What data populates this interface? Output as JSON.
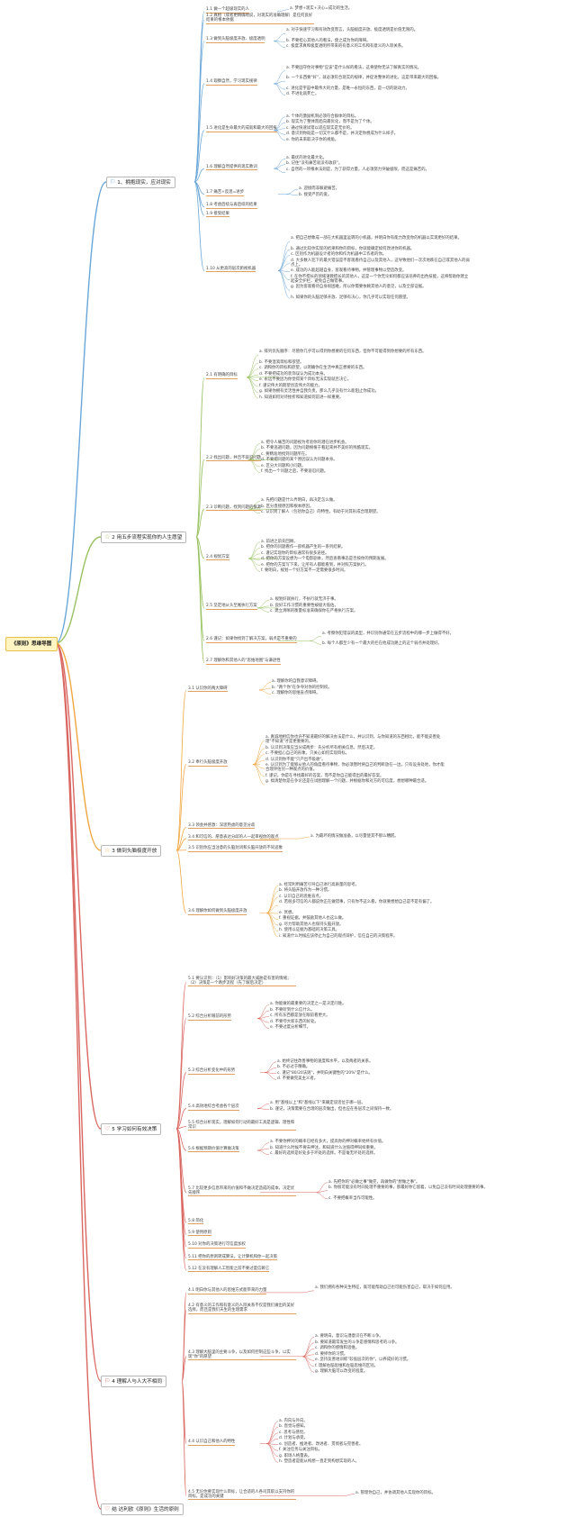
{
  "root": "《原则》思维导图",
  "b1": {
    "title": "1、拥抱现实，应对现实",
    "items": [
      {
        "label": "1.1 做一个超级现实的人",
        "subs": [
          "a. 梦想+现实+决心=成功的生活。"
        ]
      },
      {
        "label": "1.2 真相（或者更精确地说，对现实的准确理解）是任何良好结果的根本依据",
        "subs": []
      },
      {
        "label": "1.3 做到头脑极度开放、极度透明",
        "subs": [
          "a. 对于快速学习和有效改变而言，头脑极度开放、极度透明是价值无限的。",
          "b. 不要担心其他人的看法，使之成为你的障碍。",
          "c. 极度求真和极度透明所带来的有意义的工作和有意义的人际关系。"
        ]
      },
      {
        "label": "1.4 观察自然，学习现实规律",
        "subs": [
          "a. 不要固守你对事物\"应该\"是什么样的看法，这将使你无法了解真实的情况。",
          "b. 一个东西要\"好\"，就必须符合现实的规律，并促进整体的进化，这是带来最大的回报。",
          "c. 进化是宇宙中最伟大的力量，是唯一永恒的东西，是一切的驱动力。",
          "d. 不进化就死亡。"
        ]
      },
      {
        "label": "1.5 进化是生命最大的成就和最大的回报",
        "subs": [
          "a. 个体的激励机制必须符合群体的目标。",
          "b. 现实为了整体而趋向最优化，而不是为了个体。",
          "c. 通过快速试错以适应现实是无价的。",
          "d. 意识到你既是一切又什么都不是，并决定你想成为什么样子。",
          "e. 你的未来取决于你的视角。"
        ]
      },
      {
        "label": "1.6 理解自然提供的现实教训",
        "subs": [
          "a. 最优的进化最大化。",
          "b. 记住\"没有痛苦就没有收获\"。",
          "c. 自然的一项根本法则是，为了获得力量，人必须努力突破极限，而这是痛苦的。"
        ]
      },
      {
        "label": "1.7 痛苦+反思=进步",
        "subs": [
          "a. 迎接而非躲避痛苦。",
          "b. 接受严厉的爱。"
        ]
      },
      {
        "label": "1.8 考虑后续与再后续的结果",
        "subs": []
      },
      {
        "label": "1.9 接受结果",
        "subs": []
      },
      {
        "label": "1.10 从更高的层次俯视机器",
        "subs": [
          "a. 把自己想象成一部在大机器里运转的小机器，并明白你有能力改变你的机器以实现更好的结果。",
          "b. 通过比较你实现的结果和你的目标，你就能确定如何改进你的机器。",
          "c. 区别作为机器设计者的你和作为机器中工作者的你。",
          "d. 大多数人犯下的最大错误是不客观看待自己以及其他人，这导致他们一次次地跌在自己或其他人的弱点上。",
          "e. 成功的人能超越自身，客观看待事物，并管理事物以塑造改变。",
          "f. 在你不擅长的领域请教擅长的其他人，这是一个你无论如何都应该培养的出色技能，这将帮助你建立起安全护栏，避免自己做错事。",
          "g. 因为客观看待自身很困难，所以你需要依赖其他人的意见，以及全部证据。",
          "h. 如果你的头脑足够开放、足够有决心，你几乎可以实现任何愿望。"
        ]
      }
    ]
  },
  "b2": {
    "title": "2 用五步流程实现你的人生愿望",
    "items": [
      {
        "label": "2.1 有明确的目标",
        "subs": [
          "a. 排列优先顺序：尽管你几乎可以得到你想要的任何东西，但你不可能得到你想要的所有东西。",
          "b. 不要混淆目标和欲望。",
          "c. 调和你的目标和欲望，以明确你在生活中真正想要的东西。",
          "d. 不要把成功的装饰误认为成功本身。",
          "e. 永远不要因为你觉得某个目标无法实现就否决它。",
          "f. 谨记伟大的期望创造伟大的能力。",
          "g. 如果你拥有灵活性并自我负责，那么几乎没有什么能阻止你成功。",
          "h. 知道如何对待挫折和知道如何前进一样重要。"
        ]
      },
      {
        "label": "2.2 找出问题，并且不容忍问题",
        "subs": [
          "a. 把令人痛苦的问题视为考验你的潜在进步机会。",
          "b. 不要逃避问题，因为问题根植于看起来并不美好的残酷现实。",
          "c. 要精准地找到问题所在。",
          "d. 不要把问题的某个原因误认为问题本身。",
          "e. 区分大问题和小问题。",
          "f. 找出一个问题之后，不要容忍问题。"
        ]
      },
      {
        "label": "2.3 诊断问题，找到问题的根源",
        "subs": [
          "a. 先把问题是什么弄明白，再决定怎么做。",
          "b. 区分直接原因和根本原因。",
          "c. 认识到了解人（包括你自己）的特性，有助于对其形成合理期望。"
        ]
      },
      {
        "label": "2.4 规划方案",
        "subs": [
          "a. 前进之前先回顾。",
          "b. 把你的问题看作一部机器产生的一系列结果。",
          "c. 谨记实现你的目标通常有很多途径。",
          "d. 把你的方案设想为一个电影剧本，然后查看事态是否按你的预期发展。",
          "e. 把你的方案写下来，让所有人都能看到，并对照方案执行。",
          "f. 要明白，规划一个好方案不一定需要很多时间。"
        ]
      },
      {
        "label": "2.5 坚定地从头至尾执行方案",
        "subs": [
          "a. 规划好就执行，不执行就无济于事。",
          "b. 良好工作习惯的重要性被极大低估。",
          "c. 建立清晰的衡量标准来确保你在严格执行方案。"
        ]
      },
      {
        "label": "2.6 谨记：如果你找到了解决方案，弱点是不重要的",
        "subs": [
          "a. 考察你犯错误的类型，并识别你通常在五步流程中的哪一步上做得不好。",
          "b. 每个人都至少有一个最大的拦在他成功路上的这个弱点并处理好。"
        ]
      },
      {
        "label": "2.7 理解你和其他人的\"思维地图\"与谦逊性",
        "subs": []
      }
    ]
  },
  "b3": {
    "title": "3 做到头脑极度开放",
    "items": [
      {
        "label": "3.1 认识你的两大障碍",
        "subs": [
          "a. 理解你的自我意识障碍。",
          "b. \"两个你\"在争夺对你的控制权。",
          "c. 理解你的思维盲点障碍。"
        ]
      },
      {
        "label": "3.2 奉行头脑极度开放",
        "subs": [
          "a. 真诚地相信你也许不知道最好的解决办法是什么，并认识到，与你知道的东西相比，能不能妥善处理\"不知道\"才是更重要的。",
          "b. 认识到决策应当分成两步：先分析所有相关信息，然后决定。",
          "c. 不要担心自己的形象，只关心如何实现目标。",
          "d. 认识到你不能\"只产出不吸收\"。",
          "e. 认识到为了能够从他人的角度看待事物，你必须暂时将自己的判断放在一边，只有设身处地，你才能合理评估另一种观点的价值。",
          "f. 谨记，你是在寻找最好的答案，而不是你自己能得出的最好答案。",
          "g. 搞清楚你是在争论还是在试图理解一个问题，并根据你和对方的可信度，想想哪种最合适。"
        ]
      },
      {
        "label": "3.3 领会并感激：深思熟虑的意见分歧",
        "subs": []
      },
      {
        "label": "3.4 和可信的、愿意表达分歧的人一起审视你的观点",
        "subs": [
          "a. 为最坏的情况做准备，以尽量使其不那么糟糕。"
        ]
      },
      {
        "label": "3.5 识别你应当注意的头脑封闭和头脑开放的不同迹象",
        "subs": []
      },
      {
        "label": "3.6 理解你如何做到头脑极度开放",
        "subs": [
          "a. 经常利用痛苦引导自己进行高质量的思考。",
          "b. 将头脑开放作为一种习惯。",
          "c. 认识自己的思维盲点。",
          "d. 若很多可信的人都说你正在做错事，只有你不这么看，你就要想想自己是不是有偏了。",
          "e. 冥想。",
          "f. 重视证据，并鼓励其他人也这么做。",
          "g. 尽力帮助其他人也保持头脑开放。",
          "h. 使用以证据为基础的决策工具。",
          "i. 知道什么时候应该停止为自己的观点辩护，信任自己的决策程序。"
        ]
      }
    ]
  },
  "b5": {
    "title": "5 学习如何有效决策",
    "items": [
      {
        "label": "5.1 要认识到：（1）影响好决策的最大威胁是有害的情绪；（2）决策是一个两步流程（先了解后决定）",
        "subs": []
      },
      {
        "label": "5.2 综合分析眼前的形势",
        "subs": [
          "a. 你能做的最重要的决定之一是决定问谁。",
          "b. 不要听到什么信什么。",
          "c. 所有东西都是放在眼前看更大。",
          "d. 不要夸大新东西的好处。",
          "e. 不要过度分析细节。"
        ]
      },
      {
        "label": "5.3 综合分析变化中的形势",
        "subs": [
          "a. 始终记住改善事物的速度和水平，以及两者的关系。",
          "b. 不必过于精确。",
          "c. 谨记\"80/20法则\"，并明白关键性的\"20%\"是什么。",
          "d. 不要做完美主义者。"
        ]
      },
      {
        "label": "5.4 高效地综合考虑各个层次",
        "subs": [
          "a. 用\"基线以上\"和\"基线以下\"来确定谈话位于哪一层。",
          "b. 谨记，决策需要在合理的层次做出，但也应在各层次之间保持一致。"
        ]
      },
      {
        "label": "5.5 综合分析现实，理解如何行动的最好工具是逻辑、理性和常识",
        "subs": []
      },
      {
        "label": "5.6 根据预期价值计算做决策",
        "subs": [
          "a. 不要你押对的概率已经有多大，提高你的押对概率始终有价值。",
          "b. 知道什么时候不要去押注，和知道什么注值得押同样重要。",
          "c. 最好的选择是好处多于坏处的选择。不是毫无坏处的选择。"
        ]
      },
      {
        "label": "5.7 比较更多信息带来的价值和不做决定造成的成本，决定优先顺序",
        "subs": [
          "a. 先把你的\"必做之事\"做完，再做你的\"想做之事\"。",
          "b. 你很可能没有时间处理不重要的事，那最好你它留着，以免自己没有时间处理重要的事。",
          "c. 不要把概率当作可能性。"
        ]
      },
      {
        "label": "5.8 简化",
        "subs": []
      },
      {
        "label": "5.9 使用原则",
        "subs": []
      },
      {
        "label": "5.10 对你的决策进行可信度加权",
        "subs": []
      },
      {
        "label": "5.11 把你的原则转成算法，让计算机和你一起决策",
        "subs": []
      },
      {
        "label": "5.12 在没有理解人工智能之前不要过度信赖它",
        "subs": []
      }
    ]
  },
  "b4": {
    "title": "4 理解人与人大不相同",
    "items": [
      {
        "label": "4.1 明白你与其他人的思维方式能带来的力量",
        "subs": [
          "a. 我们拥有各种天生特征，既可能帮助自己也可能伤害自己，取决于如何应用。"
        ]
      },
      {
        "label": "4.2 有意义的工作和有意义的人际关系不仅是我们做出的美好选择，而且是我们天生的生理需求",
        "subs": []
      },
      {
        "label": "4.3 理解大脑里的主要斗争，以及如何控制这些斗争，以实现\"你\"的愿望",
        "subs": [
          "a. 要明白，意识与潜意识在不断斗争。",
          "b. 要知道最常发生的斗争是感情和思考的斗争。",
          "c. 调和你的感情和思维。",
          "d. 要择你的习惯。",
          "e. 坚持友善地训练\"较低层次的你\"，以养成好的习惯。",
          "f. 理解右脑思维和左脑思维的区别。",
          "g. 理解大脑可以改变的程度。"
        ]
      },
      {
        "label": "4.4 认识自己和他人的特性",
        "subs": [
          "a. 内向与外向。",
          "b. 直觉与感知。",
          "c. 思考与感觉。",
          "d. 计划与承受。",
          "e. 创造者、推进者、改进者、贯彻者与完善者。",
          "f. 关注任务与关注目标。",
          "g. 职场人格量表。",
          "h. 塑造者是能从构想一直走到构想实现的人。"
        ]
      },
      {
        "label": "4.5 无论你要实现什么目标，让合适的人各司其职以支持你的目标，是成功的关键",
        "subs": [
          "a. 管理你自己，并协调其他人实现你的目标。"
        ]
      }
    ]
  },
  "b6": {
    "title": "结 达利欧《原则》生活的原则"
  },
  "colors": {
    "b1": "#6aa6d8",
    "b2": "#97c15e",
    "b3": "#f0a640",
    "b5": "#d96660",
    "b4": "#d96660",
    "b6": "#d96660"
  },
  "icons": {
    "b1": "flag-icon",
    "b2": "star-icon",
    "b3": "star-icon",
    "b5": "heart-icon",
    "b4": "flag-icon",
    "b6": "heart-icon"
  }
}
